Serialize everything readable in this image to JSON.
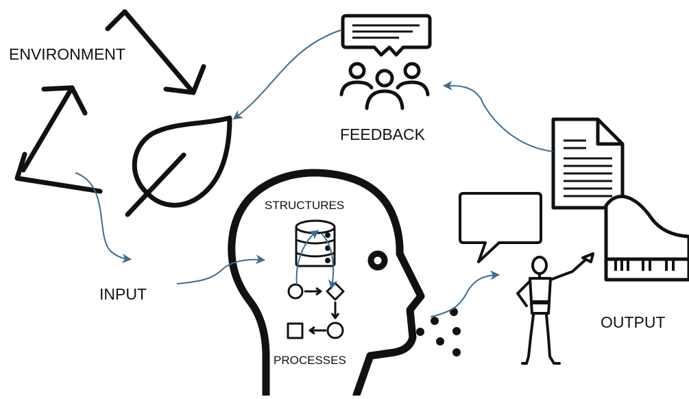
{
  "labels": {
    "environment": "ENVIRONMENT",
    "feedback": "FEEDBACK",
    "input": "INPUT",
    "output": "OUTPUT",
    "structures": "STRUCTURES",
    "processes": "PROCESSES"
  },
  "colors": {
    "ink": "#111111",
    "flow_arrow": "#3f6b8c"
  },
  "icons": [
    "recycle-triangle-icon",
    "leaf-icon",
    "speech-bubble-icon",
    "group-of-people-icon",
    "document-icon",
    "head-profile-icon",
    "database-icon",
    "flowchart-icon",
    "chat-bubble-icon",
    "mannequin-figure-icon",
    "grand-piano-icon"
  ]
}
